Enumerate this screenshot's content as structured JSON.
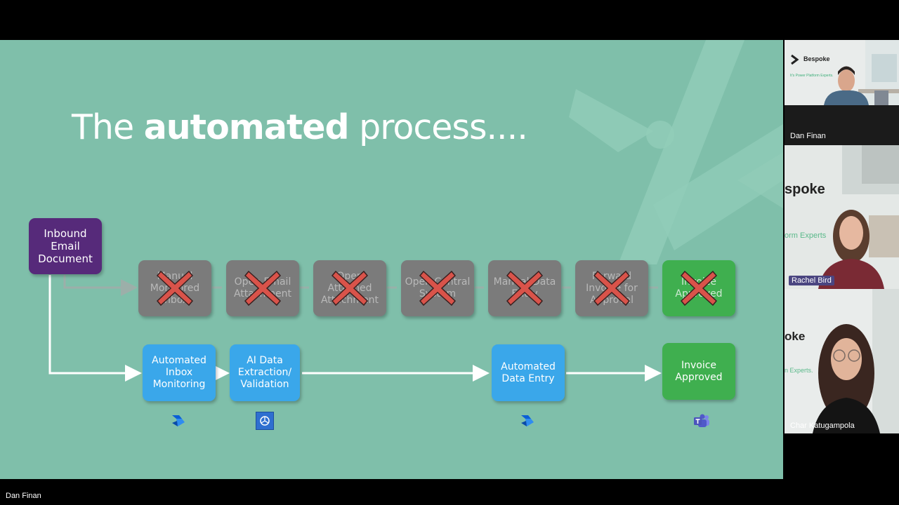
{
  "slide": {
    "title_prefix": "The ",
    "title_bold": "automated",
    "title_suffix": " process....",
    "source_box": "Inbound Email Document",
    "manual_steps": [
      {
        "label": "Manual Monitored Inbox",
        "color": "grey"
      },
      {
        "label": "Open Email Attachment",
        "color": "grey"
      },
      {
        "label": "Open Attached Attachment",
        "color": "grey"
      },
      {
        "label": "Open Central System",
        "color": "grey"
      },
      {
        "label": "Manual Data Entry",
        "color": "grey"
      },
      {
        "label": "Forward Invoice for Approval",
        "color": "grey"
      },
      {
        "label": "Invoice Approved",
        "color": "green"
      }
    ],
    "automated_steps": [
      {
        "label": "Automated Inbox Monitoring"
      },
      {
        "label": "AI Data Extraction/ Validation"
      },
      {
        "label": "Automated Data Entry"
      },
      {
        "label": "Invoice Approved"
      }
    ],
    "tool_icons": [
      "power-automate-icon",
      "ai-builder-icon",
      "power-automate-icon",
      "teams-icon"
    ]
  },
  "participants": [
    {
      "name": "Dan Finan",
      "background_text": "Bespoke",
      "background_sub": "It's Power Platform Experts."
    },
    {
      "name": "Rachel Bird",
      "background_text": "spoke",
      "background_sub": "orm Experts"
    },
    {
      "name": "Char Katugampola",
      "background_text": "oke",
      "background_sub": "n Experts."
    }
  ],
  "presenter_name": "Dan Finan",
  "colors": {
    "slide_bg": "#7fbfaa",
    "purple": "#562a7a",
    "grey": "#7b7b7b",
    "green": "#3faf4f",
    "blue": "#3aa7ea",
    "cross": "#d9534a"
  }
}
